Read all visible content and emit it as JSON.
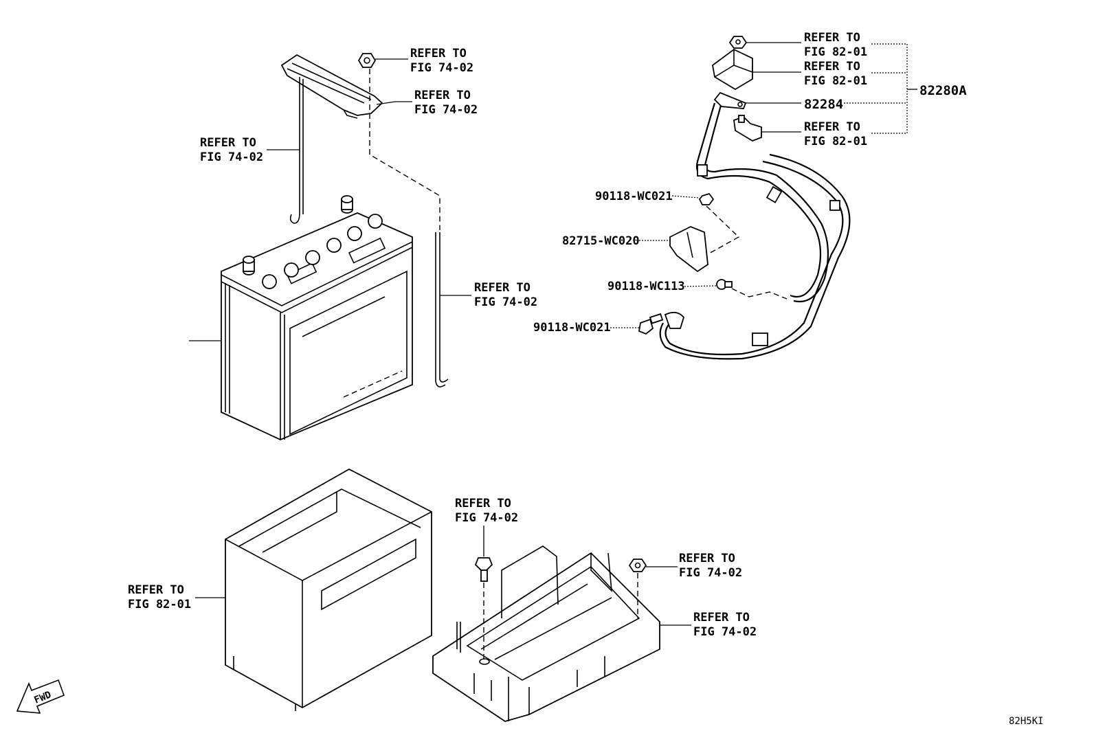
{
  "labels": {
    "nut_top_line1": "REFER TO",
    "nut_top_line2": "FIG 74-02",
    "clamp_line1": "REFER TO",
    "clamp_line2": "FIG 74-02",
    "rod_left_line1": "REFER TO",
    "rod_left_line2": "FIG 74-02",
    "rod_right_line1": "REFER TO",
    "rod_right_line2": "FIG 74-02",
    "term1_line1": "REFER TO",
    "term1_line2": "FIG 82-01",
    "term2_line1": "REFER TO",
    "term2_line2": "FIG 82-01",
    "term3_line1": "REFER TO",
    "term3_line2": "FIG 82-01",
    "cable_part": "82284",
    "assembly_part": "82280A",
    "bolt1_part": "90118-WC021",
    "bracket_part": "82715-WC020",
    "bolt2_part": "90118-WC113",
    "bolt3_part": "90118-WC021",
    "box_line1": "REFER TO",
    "box_line2": "FIG 82-01",
    "tray_bolt_line1": "REFER TO",
    "tray_bolt_line2": "FIG 74-02",
    "tray_nut_line1": "REFER TO",
    "tray_nut_line2": "FIG 74-02",
    "tray_line1": "REFER TO",
    "tray_line2": "FIG 74-02",
    "fwd": "FWD",
    "figure_code": "82H5KI"
  }
}
